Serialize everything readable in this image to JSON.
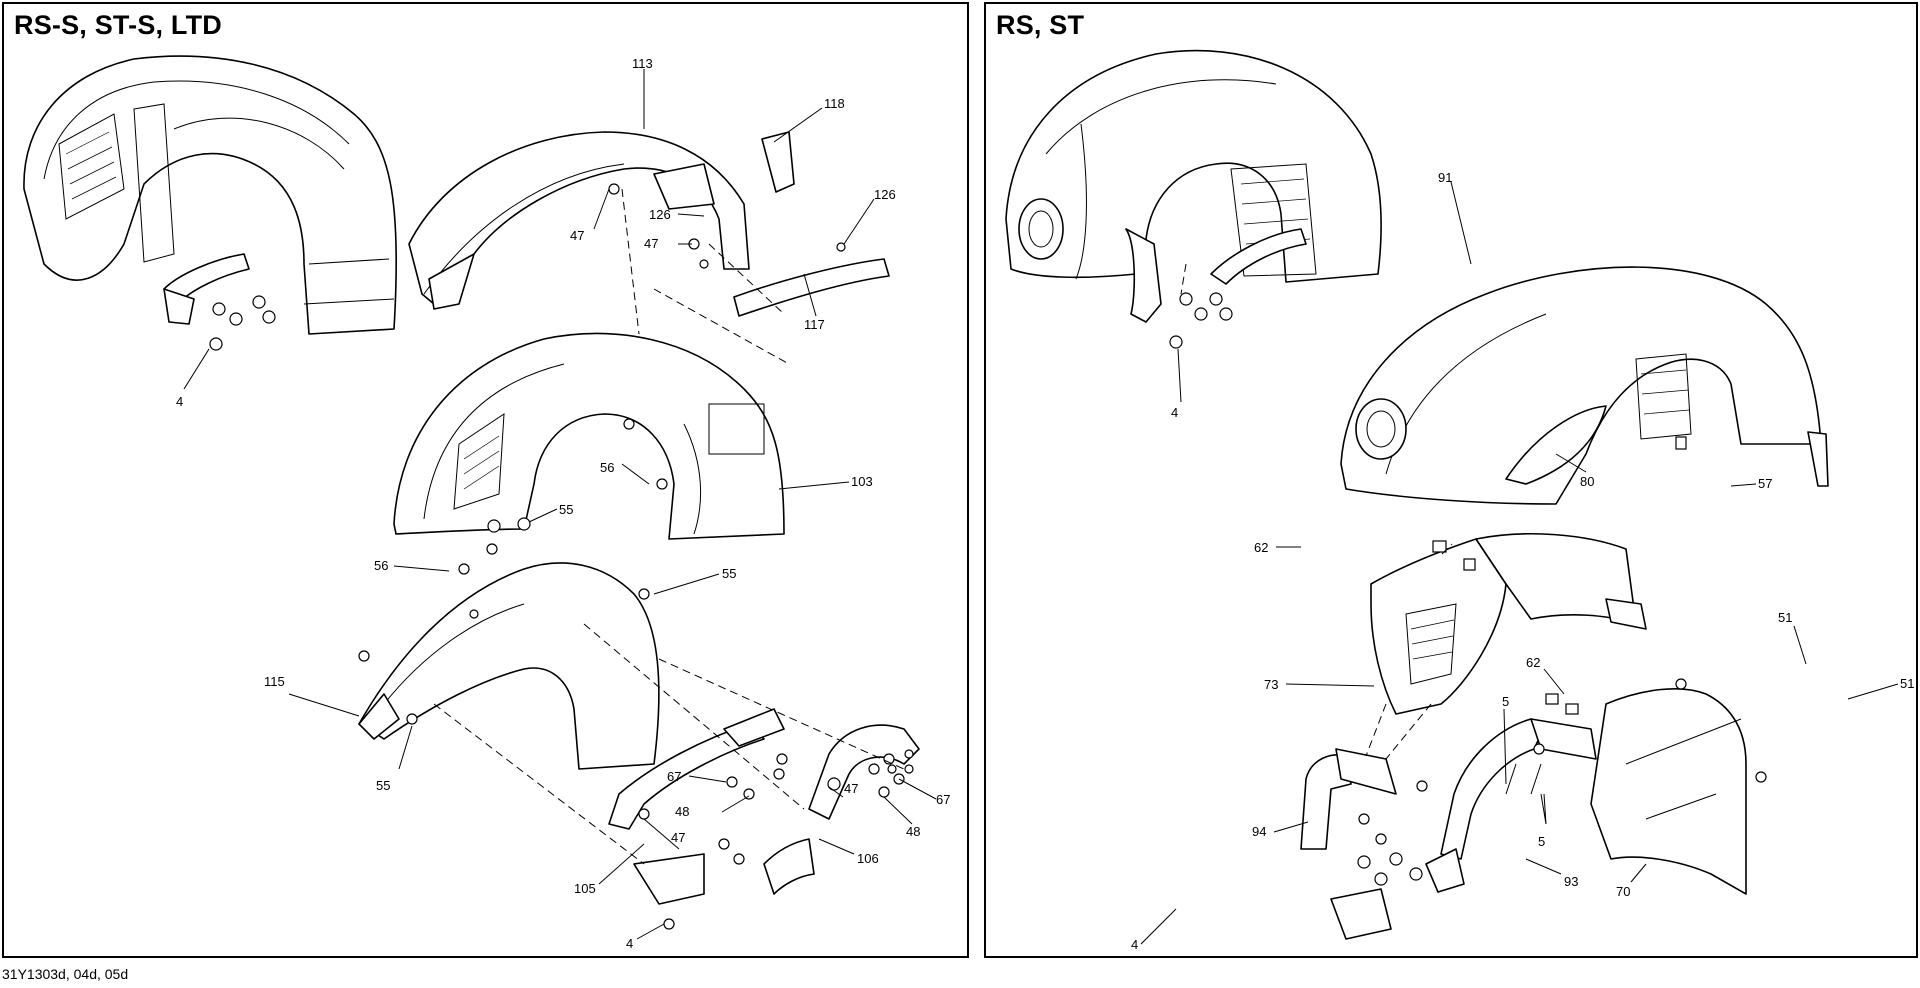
{
  "panels": {
    "left": {
      "title": "RS-S, ST-S, LTD"
    },
    "right": {
      "title": "RS, ST"
    }
  },
  "footer": {
    "code": "31Y1303d, 04d, 05d"
  },
  "callouts": {
    "left": [
      "113",
      "118",
      "126",
      "47",
      "126",
      "47",
      "117",
      "4",
      "56",
      "103",
      "55",
      "56",
      "55",
      "115",
      "55",
      "67",
      "48",
      "47",
      "67",
      "48",
      "106",
      "47",
      "105",
      "4"
    ],
    "right": [
      "91",
      "4",
      "80",
      "57",
      "62",
      "51",
      "73",
      "62",
      "5",
      "51",
      "94",
      "5",
      "93",
      "70",
      "4"
    ]
  }
}
